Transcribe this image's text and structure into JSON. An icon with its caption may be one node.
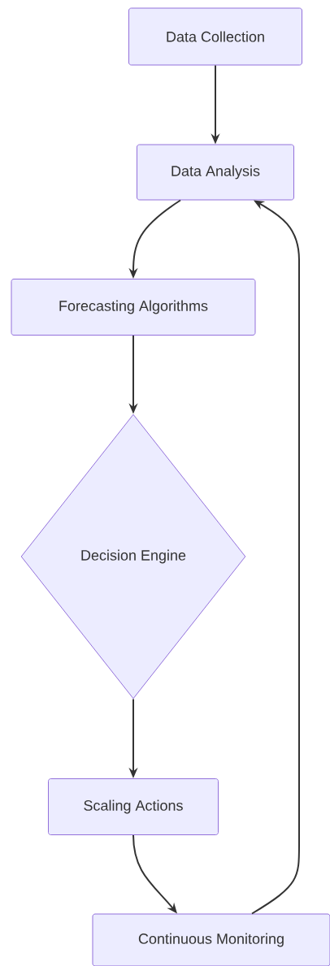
{
  "diagram": {
    "nodes": [
      {
        "text": [
          "Data Collection"
        ]
      },
      {
        "text": [
          "Data Analysis"
        ]
      },
      {
        "text": [
          "Forecasting Algorithms"
        ]
      },
      {
        "text": [
          "Decision Engine"
        ]
      },
      {
        "text": [
          "Scaling Actions"
        ]
      },
      {
        "text": [
          "Continuous Monitoring"
        ]
      }
    ],
    "edges": [
      {
        "from": 0,
        "to": 1,
        "arrow": "to"
      },
      {
        "from": 1,
        "to": 2,
        "arrow": "to"
      },
      {
        "from": 2,
        "to": 3,
        "arrow": "to"
      },
      {
        "from": 3,
        "to": 4,
        "arrow": "to"
      },
      {
        "from": 4,
        "to": 5,
        "arrow": "to"
      },
      {
        "from": 5,
        "to": 1,
        "arrow": "to"
      }
    ]
  }
}
